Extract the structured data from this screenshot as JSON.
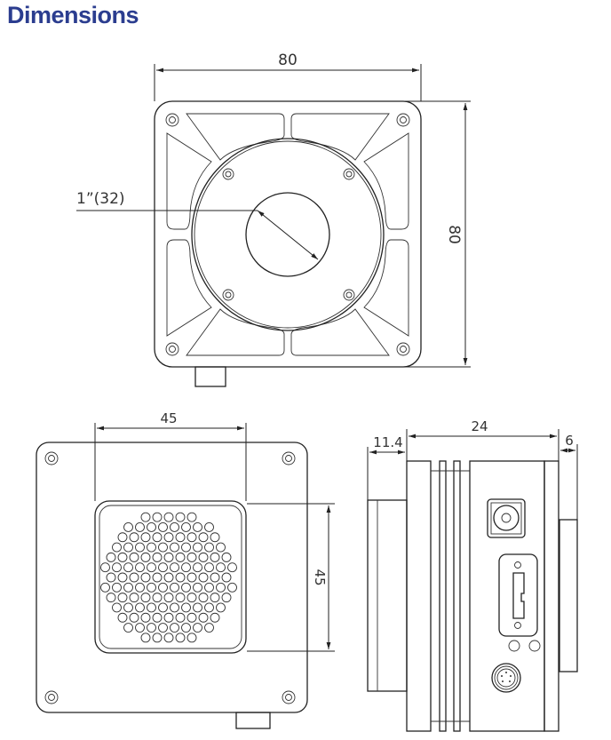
{
  "title": "Dimensions",
  "front_view": {
    "width_label": "80",
    "height_label": "80",
    "mount_label": "1”(32)"
  },
  "back_view": {
    "width_label": "45",
    "height_label": "45"
  },
  "side_view": {
    "flange_label": "11.4",
    "body_label": "24",
    "rear_label": "6"
  },
  "colors": {
    "title": "#2b3d8f",
    "line": "#222222"
  }
}
